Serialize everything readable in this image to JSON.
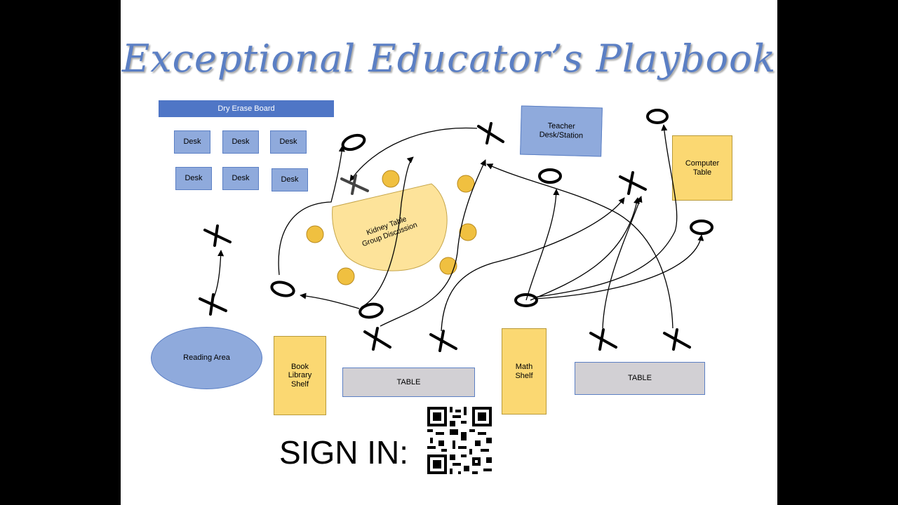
{
  "title": "Exceptional Educator’s Playbook",
  "board": "Dry Erase Board",
  "desk_label": "Desk",
  "teacher": "Teacher Desk/Station",
  "computer": "Computer Table",
  "kidney": "Kidney Table Group Discussion",
  "reading": "Reading Area",
  "book_shelf": "Book Library Shelf",
  "math_shelf": "Math Shelf",
  "table_label": "TABLE",
  "sign_in": "SIGN IN:",
  "colors": {
    "accent": "#5b7fc4",
    "desk": "#8faadc",
    "shelf": "#fbd872",
    "table": "#d2d0d4",
    "seat": "#f0c040"
  }
}
